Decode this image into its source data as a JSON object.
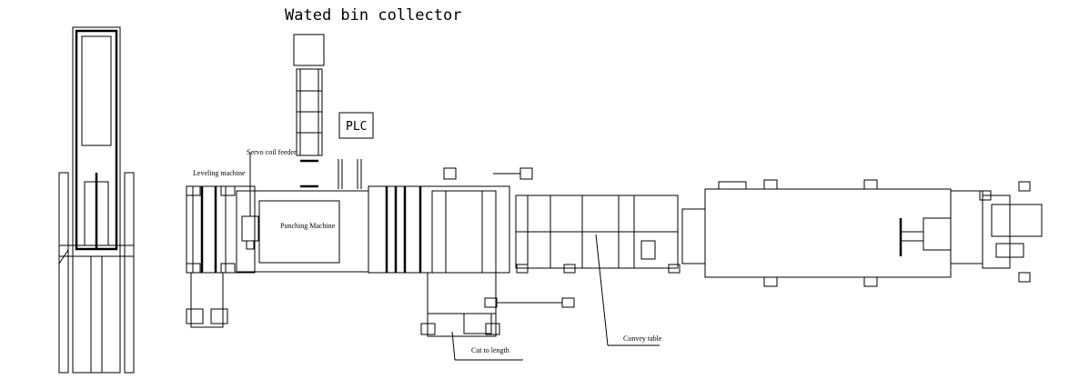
{
  "title": "Wated bin collector",
  "labels": {
    "plc": "PLC",
    "servo_coil_feeder": "Servo coil feeder",
    "leveling_machine": "Leveling machine",
    "punching_machine": "Punching Machine",
    "cut_to_length": "Cut to length",
    "convey_table": "Convey table"
  }
}
